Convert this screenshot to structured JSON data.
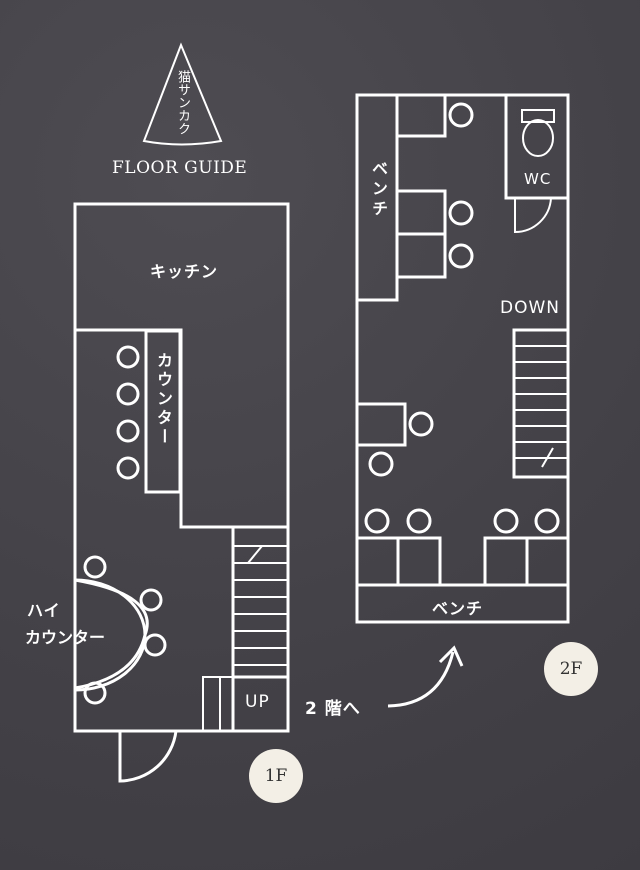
{
  "logo": {
    "text": "猫サンカク"
  },
  "header": {
    "title": "FLOOR GUIDE"
  },
  "floor1": {
    "kitchen": "キッチン",
    "counter": "カウンター",
    "high_counter_line1": "ハイ",
    "high_counter_line2": "カウンター",
    "stairs_label": "UP",
    "badge": "1F"
  },
  "floor2": {
    "bench_left": "ベンチ",
    "wc": "WC",
    "stairs_label": "DOWN",
    "bench_bottom": "ベンチ",
    "badge": "2F"
  },
  "annotation": {
    "to_second_floor": "2 階へ"
  },
  "colors": {
    "background": "#47454b",
    "line": "#ffffff",
    "badge": "#f3efe6"
  }
}
